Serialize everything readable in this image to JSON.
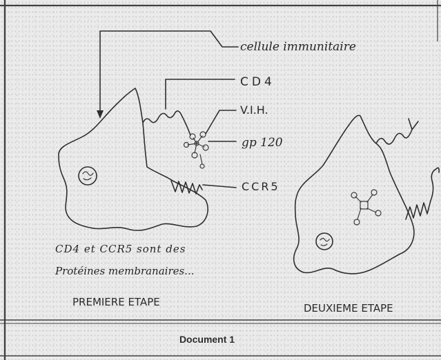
{
  "figure": {
    "labels": {
      "immune_cell": "cellule immunitaire",
      "cd4": "CD4",
      "hiv": "V.I.H.",
      "gp120": "gp 120",
      "ccr5": "CCR5"
    },
    "note": {
      "line1": "CD4 et CCR5 sont des",
      "line2": "Protéines membranaires..."
    },
    "steps": {
      "first": "PREMIERE ETAPE",
      "second": "DEUXIEME ETAPE"
    }
  },
  "caption": "Document 1"
}
